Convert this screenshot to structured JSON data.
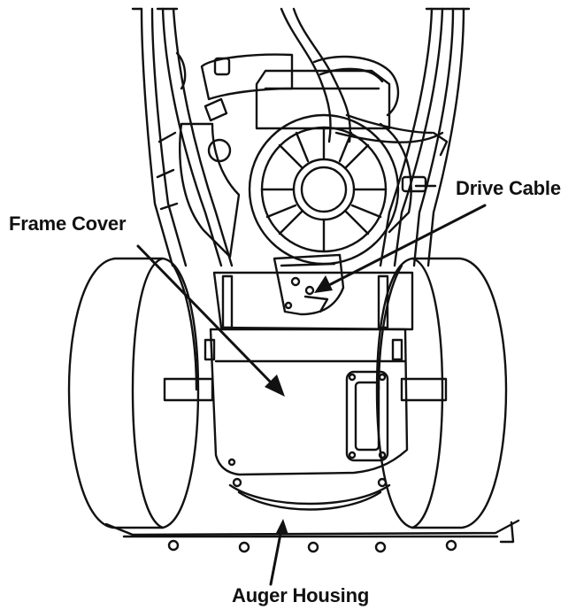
{
  "labels": {
    "frame_cover": "Frame Cover",
    "drive_cable": "Drive Cable",
    "auger_housing": "Auger Housing"
  },
  "colors": {
    "ink": "#111111",
    "paper": "#ffffff"
  }
}
